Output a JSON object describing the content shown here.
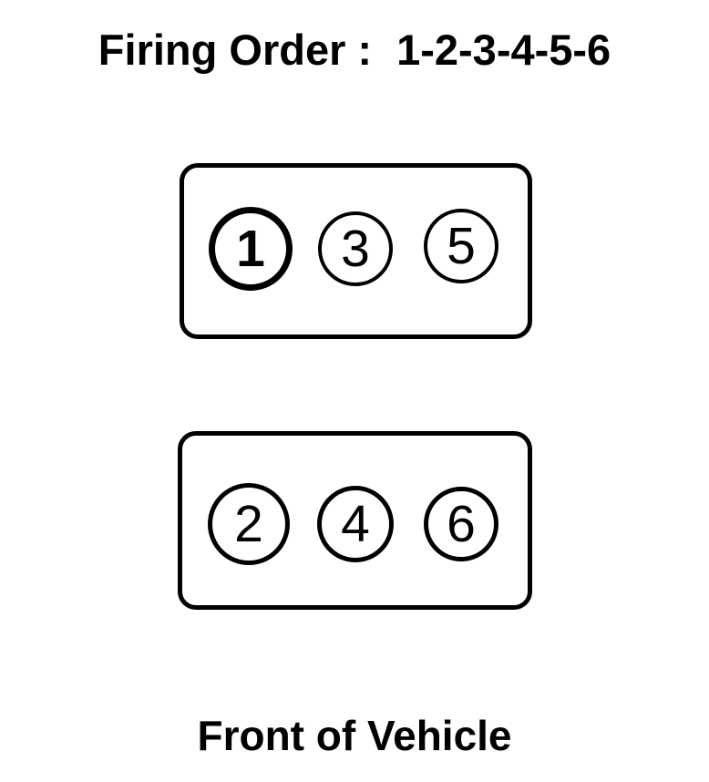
{
  "colors": {
    "ink": "#000000",
    "background": "#ffffff"
  },
  "title": {
    "label": "Firing Order :",
    "order": "1-2-3-4-5-6"
  },
  "diagram": {
    "banks": [
      {
        "cylinders": [
          "1",
          "3",
          "5"
        ]
      },
      {
        "cylinders": [
          "2",
          "4",
          "6"
        ]
      }
    ]
  },
  "footer": {
    "label": "Front of Vehicle"
  }
}
